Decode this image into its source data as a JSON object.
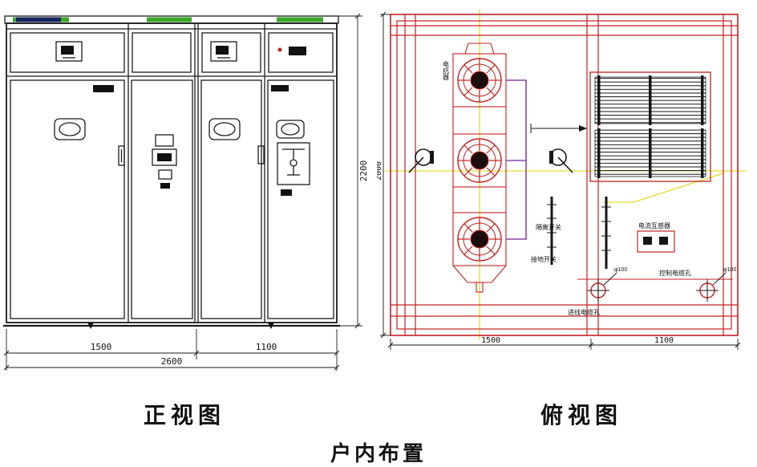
{
  "page": {
    "title": "户内布置"
  },
  "front_view": {
    "caption": "正视图",
    "dims": {
      "left_width": "1500",
      "right_width": "1100",
      "total_width": "2600",
      "height": "2200"
    }
  },
  "top_view": {
    "caption": "俯视图",
    "dims": {
      "left_width": "1500",
      "right_width": "1100",
      "depth": "2000"
    },
    "labels": {
      "reactor": "电抗器",
      "disconnector": "隔离开关",
      "earthing_switch": "接地开关",
      "current_transformer": "电流互感器",
      "control_cable_hole": "控制电缆孔",
      "incoming_cable_hole": "进线电缆孔",
      "hole_note_left": "φ100",
      "hole_note_right": "φ100"
    }
  }
}
